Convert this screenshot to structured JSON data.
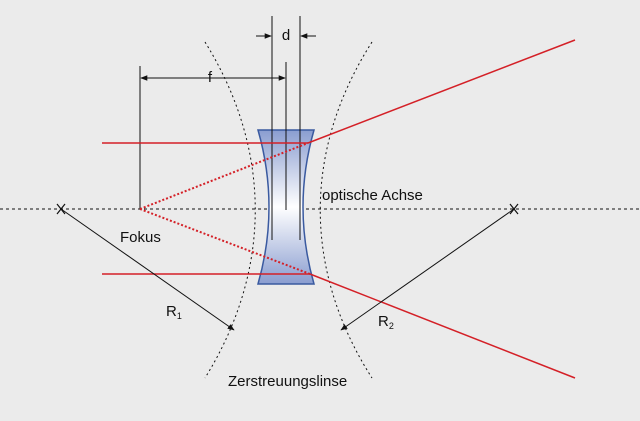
{
  "diagram": {
    "labels": {
      "thickness": "d",
      "focal_length": "f",
      "optical_axis": "optische Achse",
      "focus": "Fokus",
      "radius1_main": "R",
      "radius1_sub": "1",
      "radius2_main": "R",
      "radius2_sub": "2",
      "lens_type": "Zerstreuungslinse"
    },
    "colors": {
      "background": "#ebebeb",
      "ray": "#d42027",
      "lens_edge": "#3a5aa0",
      "lens_fill": "#9fb0d8",
      "lines": "#111111"
    }
  }
}
